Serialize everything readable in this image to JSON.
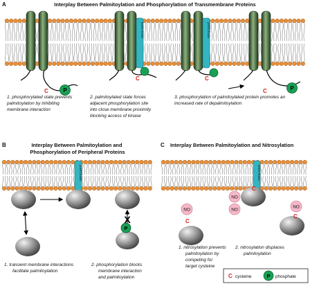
{
  "panels": {
    "A": {
      "letter": "A",
      "title": "Interplay Between Palmitoylation and Phosphorylation of Transmembrane Proteins",
      "captions": [
        [
          "1. phosphorylated state prevents",
          "palmitoylation by inhibiting",
          "membrane interaction"
        ],
        [
          "2. palmitoylated state forces",
          "adjacent phosphorylation site",
          "into close membrane proximity",
          "blocking access of kinase"
        ],
        [
          "3. phosphorylation of palmitoylated protein promotes an",
          "increased rate of depalmitoylation"
        ]
      ]
    },
    "B": {
      "letter": "B",
      "title_lines": [
        "Interplay Between Palmitoylation and",
        "Phosphorylation of Peripheral Proteins"
      ],
      "captions": [
        [
          "1. transient membrane interactions",
          "facilitate palmitoylation"
        ],
        [
          "2. phosphorylation blocks",
          "membrane interaction",
          "and palmitoylation"
        ]
      ]
    },
    "C": {
      "letter": "C",
      "title": "Interplay Between Palmitoylation and Nitrosylation",
      "captions": [
        [
          "1. nitrosylation prevents",
          "palmitoylation by",
          "competing for",
          "target cysteine"
        ],
        [
          "2. nitrosylation displaces",
          "palmitoylation"
        ]
      ]
    }
  },
  "labels": {
    "palmitate": "palmitate",
    "cysteine_symbol": "C",
    "phosphate_symbol": "P",
    "nitrosyl": "NO",
    "blocked": "X"
  },
  "legend": {
    "cysteine_symbol": "C",
    "cysteine_label": "cysteine",
    "phosphate_symbol": "P",
    "phosphate_label": "phosphate"
  },
  "colors": {
    "lipid_head": "#e8903a",
    "helix_green": "#3d6e3a",
    "palmitate_teal": "#35b5c2",
    "phosphate_green": "#19a055",
    "cysteine_red": "#d42020",
    "no_pink": "#f4b8c8",
    "protein_gray": "#7a7a7a"
  }
}
